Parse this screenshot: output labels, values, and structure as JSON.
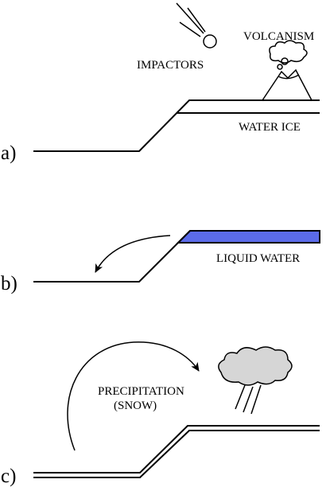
{
  "panels": {
    "a": {
      "label": "a)",
      "annotations": {
        "impactors": "IMPACTORS",
        "volcanism": "VOLCANISM",
        "water_ice": "WATER ICE"
      }
    },
    "b": {
      "label": "b)",
      "annotations": {
        "liquid_water": "LIQUID WATER"
      }
    },
    "c": {
      "label": "c)",
      "annotations": {
        "precipitation_line1": "PRECIPITATION",
        "precipitation_line2": "(SNOW)"
      }
    }
  },
  "colors": {
    "liquid_water": "#5b6be8",
    "cloud": "#d6d6d6",
    "ink": "#000000"
  }
}
